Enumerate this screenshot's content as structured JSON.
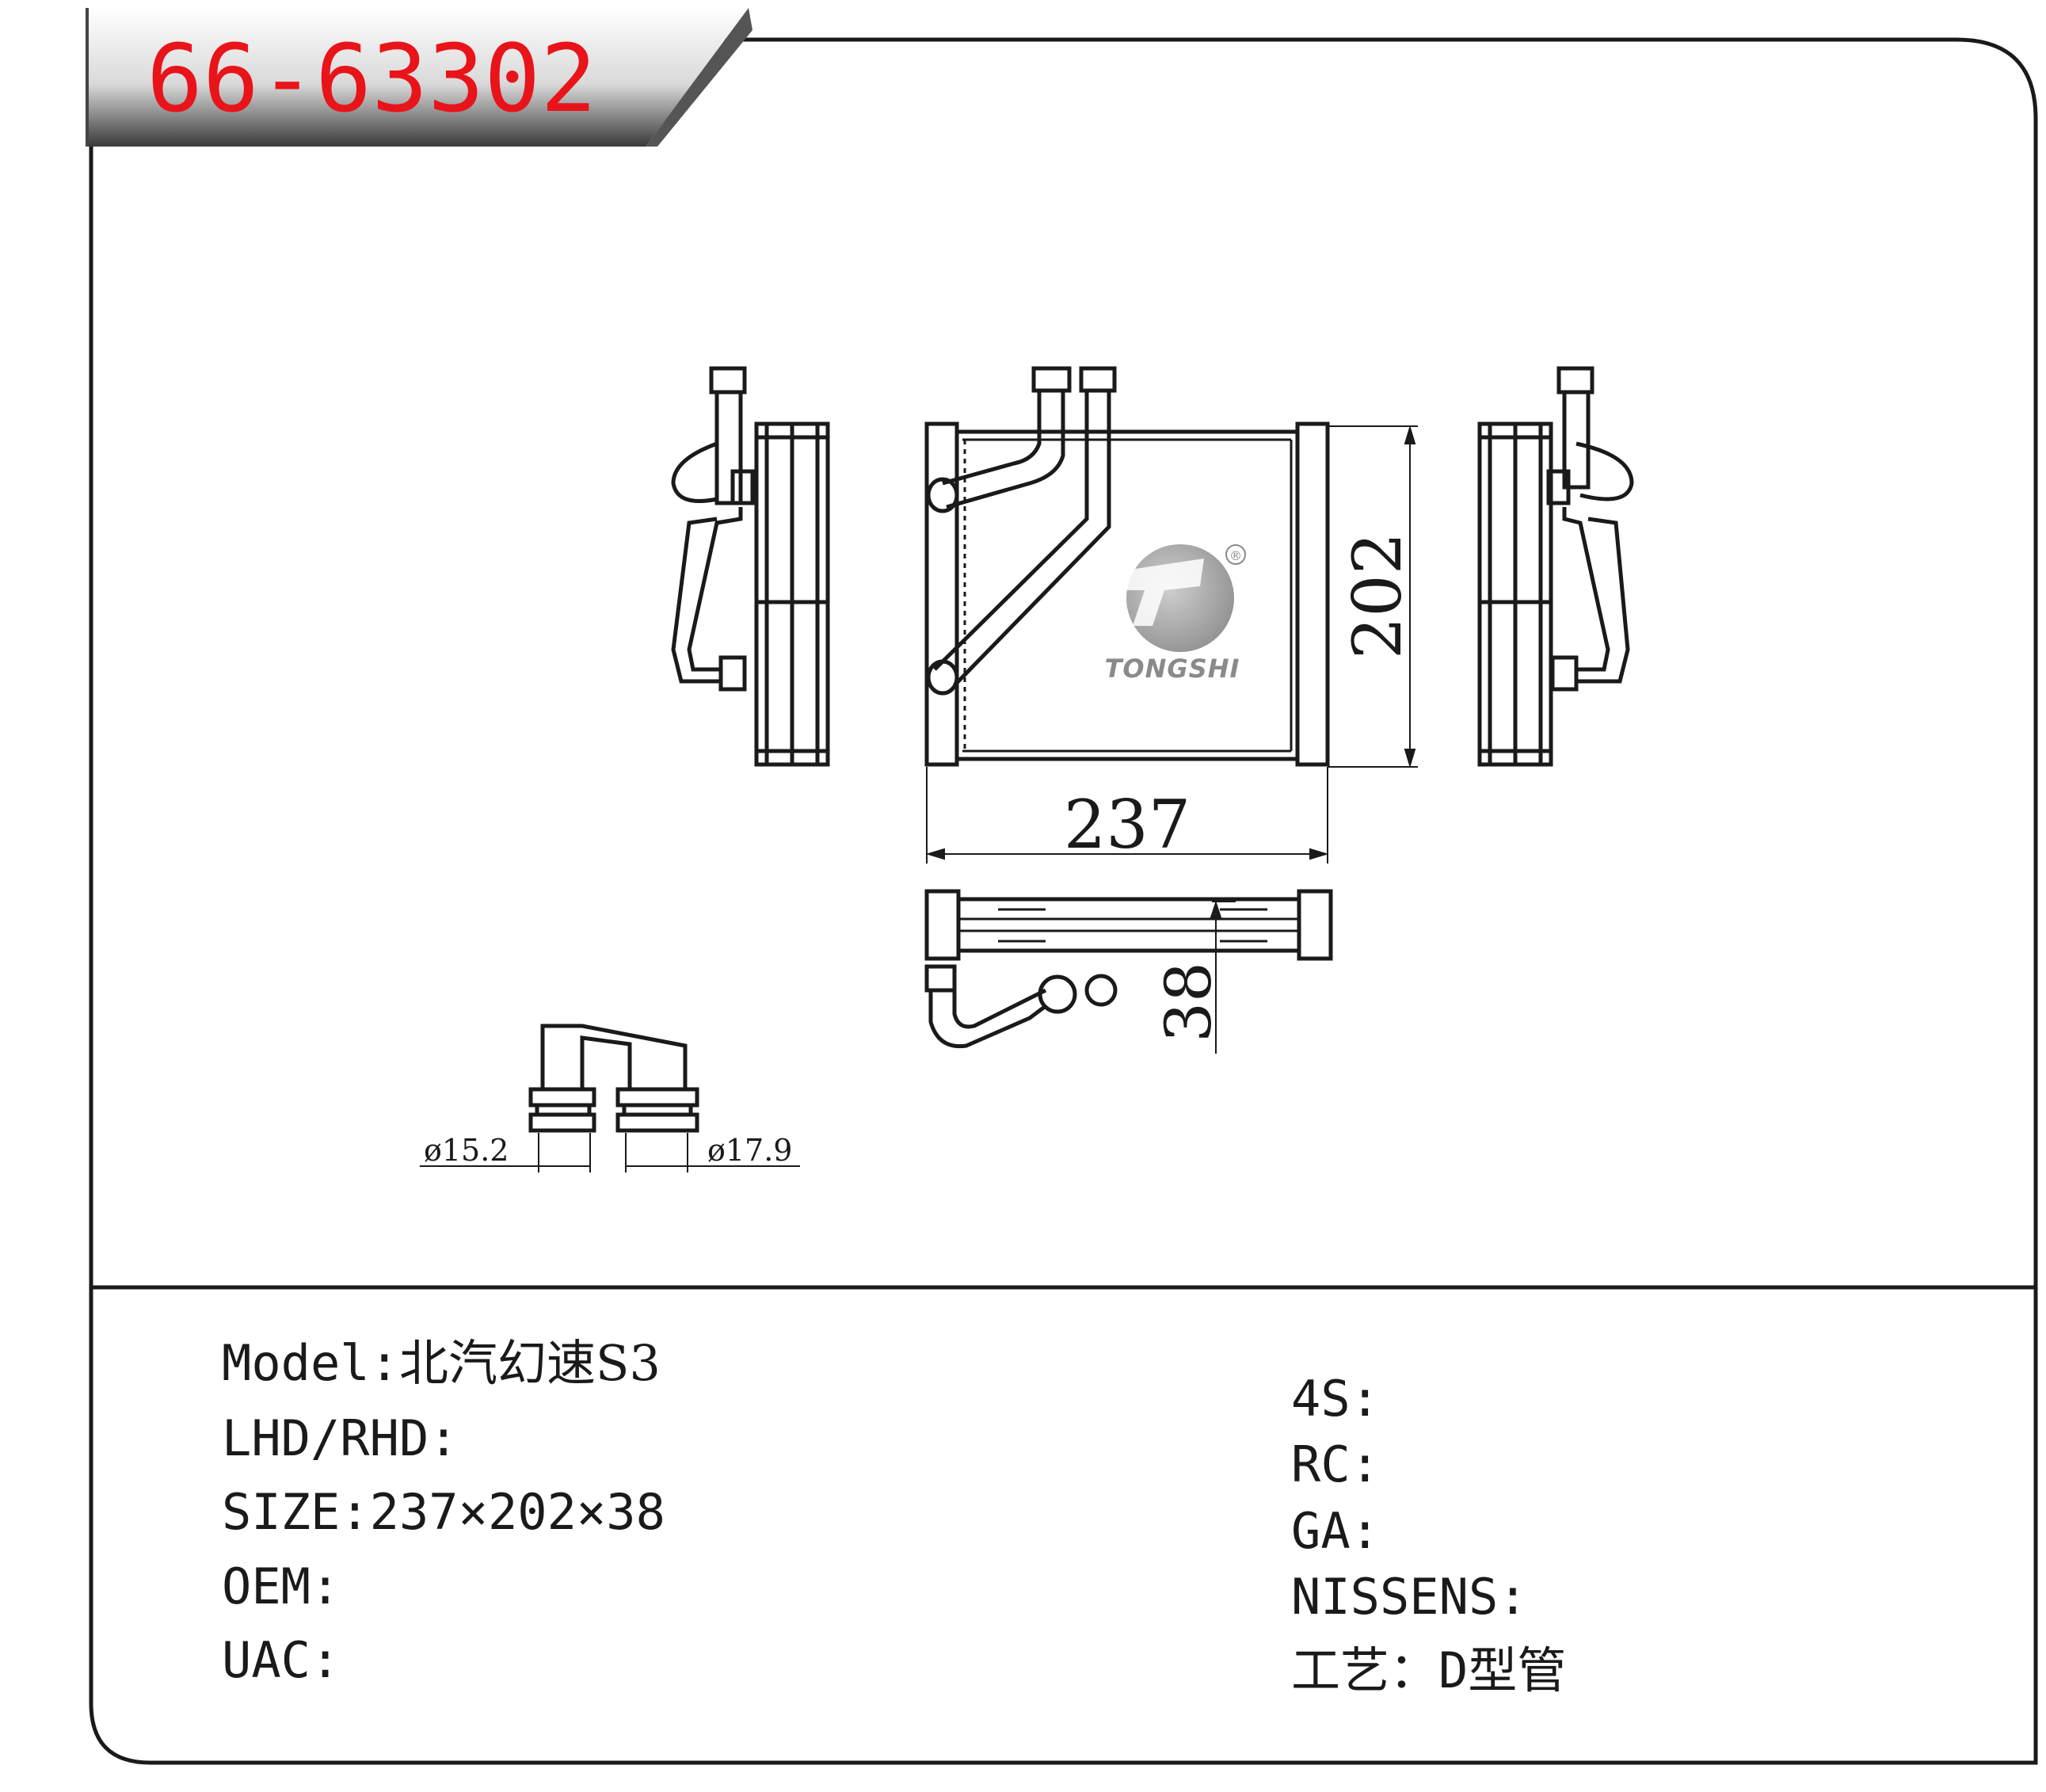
{
  "header": {
    "part_number": "66-63302",
    "part_number_color": "#e8141a"
  },
  "drawing": {
    "brand_logo": "TONGSHI",
    "registered_mark": "®",
    "dim_width": "237",
    "dim_height": "202",
    "dim_depth": "38",
    "pipe_small_diameter": "ø15.2",
    "pipe_large_diameter": "ø17.9"
  },
  "specs_left": {
    "model_label": "Model:",
    "model_value": "北汽幻速S3",
    "lhd_rhd_label": "LHD/RHD:",
    "lhd_rhd_value": "",
    "size_label": "SIZE:",
    "size_value": "237×202×38",
    "oem_label": "OEM:",
    "oem_value": "",
    "uac_label": "UAC:",
    "uac_value": ""
  },
  "specs_right": {
    "s4_label": "4S:",
    "rc_label": "RC:",
    "ga_label": "GA:",
    "nissens_label": "NISSENS:",
    "process_label": "工艺：",
    "process_value": "D型管"
  }
}
